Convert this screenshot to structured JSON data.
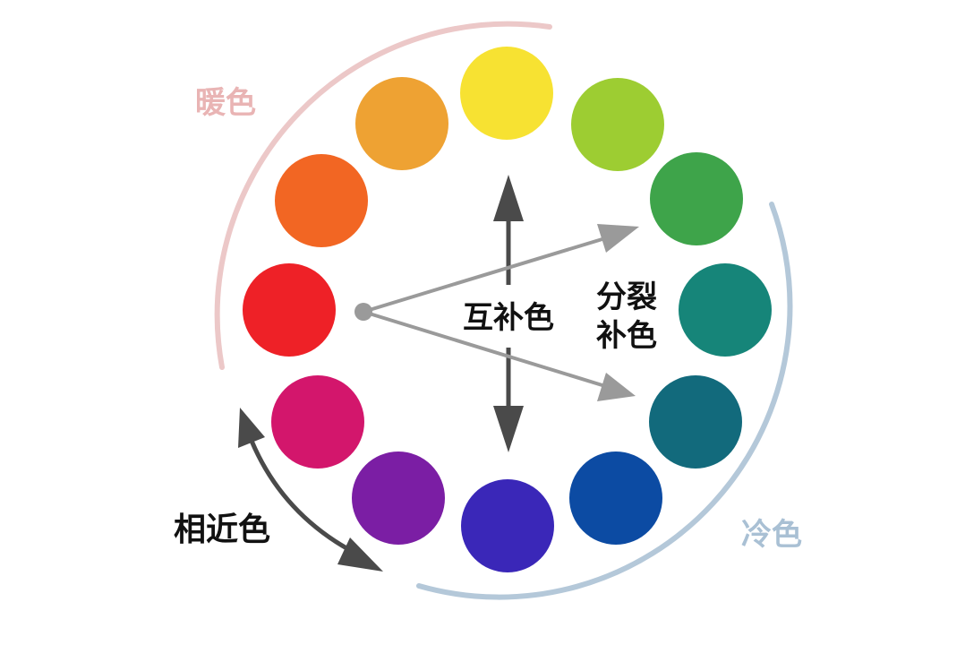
{
  "labels": {
    "warm": "暖色",
    "cool": "冷色",
    "complementary": "互补色",
    "split_complementary_line1": "分裂",
    "split_complementary_line2": "补色",
    "analogous": "相近色"
  },
  "colors": {
    "warm_arc": "#ecc8c8",
    "cool_arc": "#b4c8d9",
    "warm_text": "#e9b4b4",
    "cool_text": "#a9c0d4",
    "complementary_arrow": "#4a4a4a",
    "split_arrow": "#9a9a9a",
    "split_center_dot": "#9a9a9a",
    "analogous_arrow": "#4a4a4a",
    "label_text": "#111111"
  },
  "swatches": [
    {
      "name": "yellow",
      "color": "#f7e232"
    },
    {
      "name": "yellow-green",
      "color": "#9dcd32"
    },
    {
      "name": "green",
      "color": "#3ea44a"
    },
    {
      "name": "teal",
      "color": "#168579"
    },
    {
      "name": "blue-teal",
      "color": "#126a7c"
    },
    {
      "name": "blue",
      "color": "#0c4ba3"
    },
    {
      "name": "indigo",
      "color": "#3a27b8"
    },
    {
      "name": "violet",
      "color": "#7b1ea4"
    },
    {
      "name": "magenta",
      "color": "#d3166c"
    },
    {
      "name": "red",
      "color": "#ee2127"
    },
    {
      "name": "red-orange",
      "color": "#f26623"
    },
    {
      "name": "orange",
      "color": "#eea233"
    }
  ]
}
